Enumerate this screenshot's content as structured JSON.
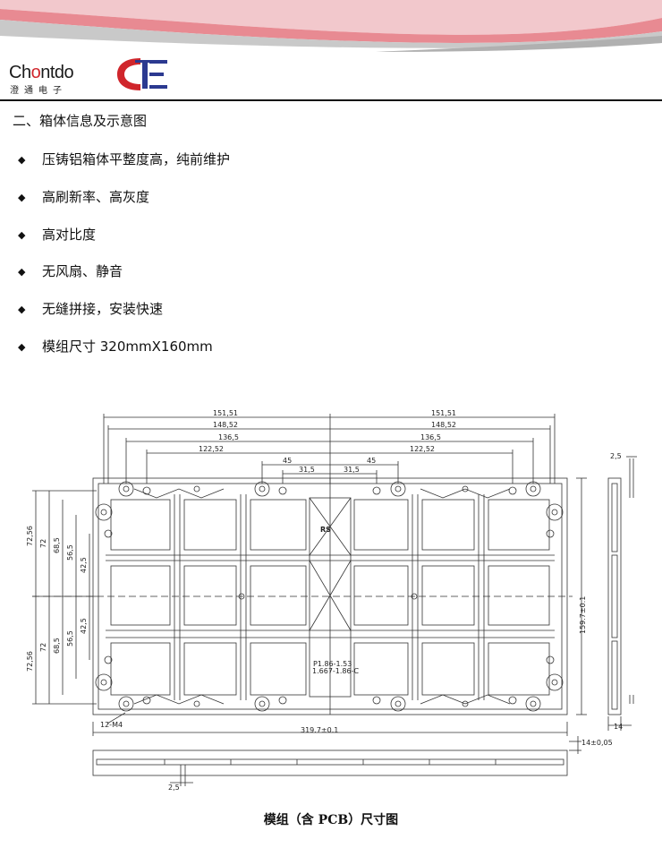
{
  "brand": {
    "name_prefix": "Ch",
    "name_o": "o",
    "name_suffix": "ntdo",
    "name_cn": "澄通电子"
  },
  "section_title": "二、箱体信息及示意图",
  "features": [
    "压铸铝箱体平整度高，纯前维护",
    "高刷新率、高灰度",
    "高对比度",
    "无风扇、静音",
    "无缝拼接，安装快速",
    "模组尺寸 320mmX160mm"
  ],
  "drawing": {
    "top_dims": [
      "151,51",
      "151,51",
      "148,52",
      "148,52",
      "136,5",
      "136,5",
      "122,52",
      "122,52",
      "45",
      "45",
      "31,5",
      "31,5"
    ],
    "left_dims": [
      "72,56",
      "72",
      "68,5",
      "56,5",
      "42,5",
      "42,5",
      "56,5",
      "68,5",
      "72",
      "72,56"
    ],
    "height_dim": "159.7±0.1",
    "width_dim": "319.7±0.1",
    "screw_label": "12-M4",
    "side_top_dim": "2,5",
    "side_bottom_dim": "14",
    "bottom_right_dim": "14±0,05",
    "bottom_left_dim": "2,5",
    "logo_mark": "RS",
    "part_text_1": "P1.86-1.53",
    "part_text_2": "1.667-1.86-C"
  },
  "caption": "模组（含 PCB）尺寸图"
}
